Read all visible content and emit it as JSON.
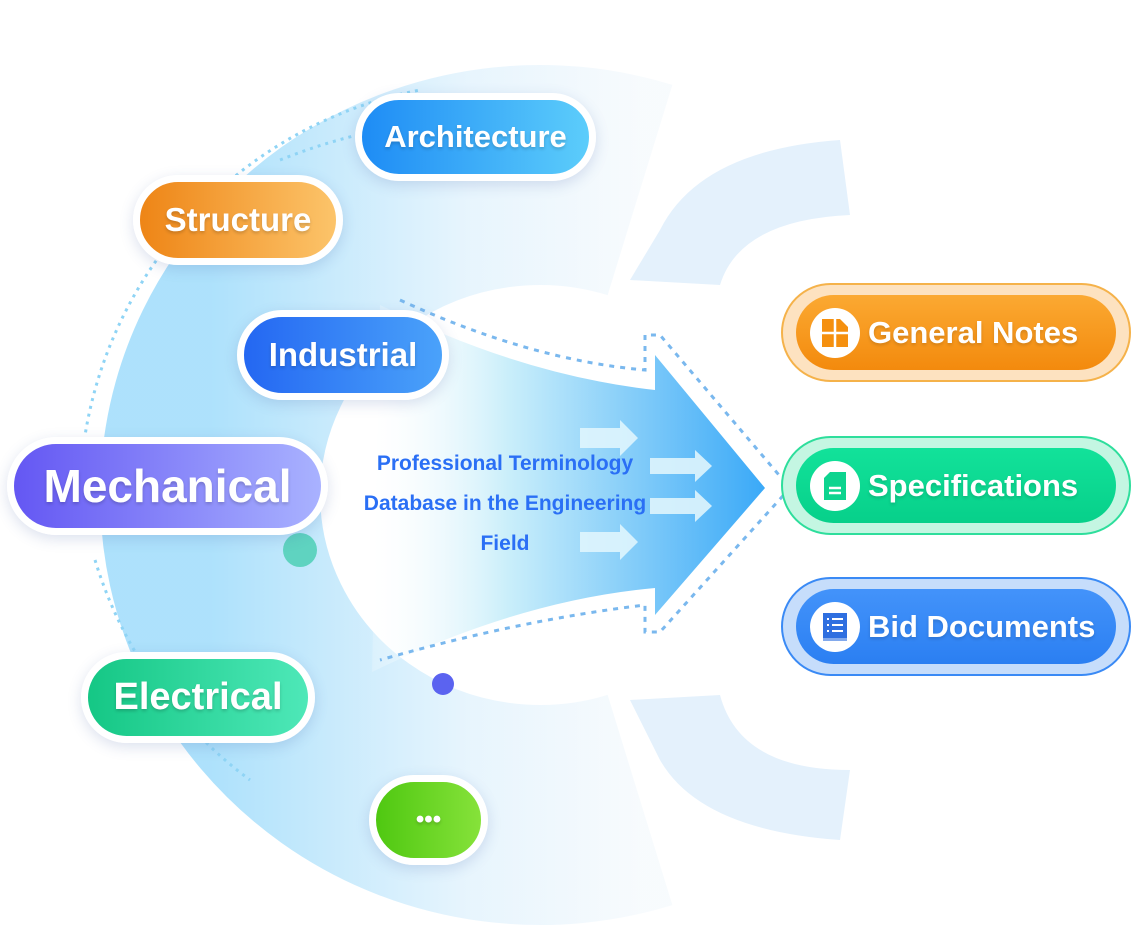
{
  "left_categories": [
    {
      "label": "Architecture",
      "color": "#1e8cf5"
    },
    {
      "label": "Structure",
      "color": "#f08a1c"
    },
    {
      "label": "Industrial",
      "color": "#2a6ff5"
    },
    {
      "label": "Mechanical",
      "color": "#6b5cf5"
    },
    {
      "label": "Electrical",
      "color": "#1ccf8a"
    },
    {
      "label": "•••",
      "color": "#5dd11a"
    }
  ],
  "center": {
    "line1": "Professional Terminology",
    "line2": "Database in the Engineering",
    "line3": "Field"
  },
  "outputs": [
    {
      "label": "General Notes",
      "icon": "drawing-sheet-icon",
      "color": "#f5900f"
    },
    {
      "label": "Specifications",
      "icon": "document-icon",
      "color": "#0dd48f"
    },
    {
      "label": "Bid Documents",
      "icon": "book-list-icon",
      "color": "#2f86f6"
    }
  ]
}
